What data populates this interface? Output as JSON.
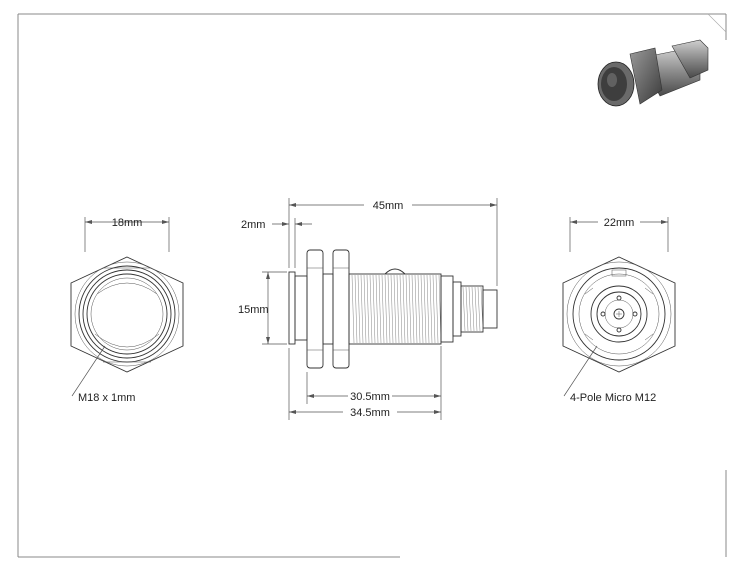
{
  "dimensions": {
    "front_width": "18mm",
    "thread_spec": "M18 x 1mm",
    "flange": "2mm",
    "overall_length": "45mm",
    "height": "15mm",
    "body_length": "30.5mm",
    "body_length_total": "34.5mm",
    "nut_width": "22mm",
    "connector": "4-Pole Micro M12"
  }
}
